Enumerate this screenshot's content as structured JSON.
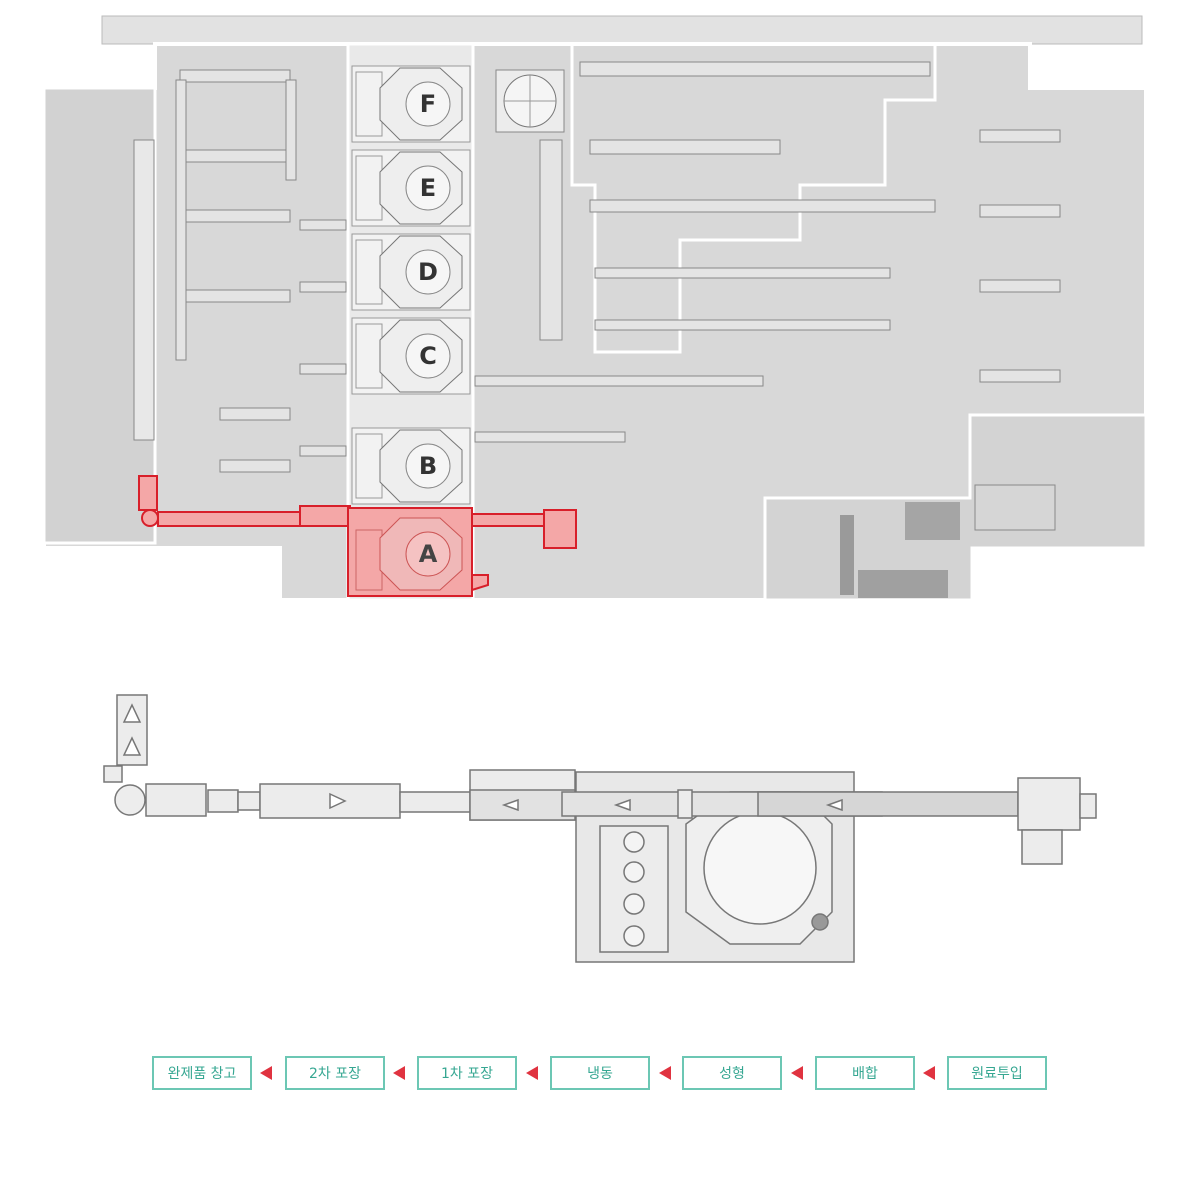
{
  "plan": {
    "zones": [
      "F",
      "E",
      "D",
      "C",
      "B",
      "A"
    ],
    "highlighted_zone": "A"
  },
  "process_flow": {
    "steps": [
      "완제품 창고",
      "2차 포장",
      "1차 포장",
      "냉동",
      "성형",
      "배합",
      "원료투입"
    ]
  },
  "colors": {
    "highlight_fill": "#f4a7a7",
    "highlight_stroke": "#d81f2a",
    "floor": "#d9d9d9",
    "wall": "#ffffff",
    "step_border": "#6cc7b4",
    "step_text": "#36a792",
    "arrow": "#e03340"
  }
}
